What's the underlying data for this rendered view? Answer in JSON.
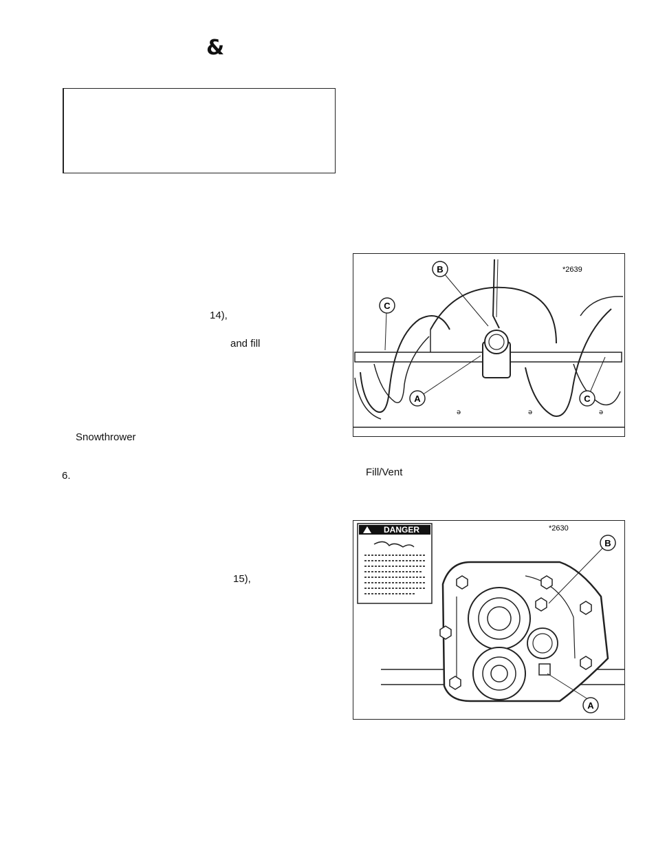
{
  "page": {
    "heading_symbol": "&",
    "left_column": {
      "ref_fig14": "14),",
      "and_fill": "and fill",
      "snowthrower": "Snowthrower",
      "step_number": "6.",
      "ref_fig15": "15),"
    },
    "right_column": {
      "fill_vent": "Fill/Vent"
    }
  },
  "figure_auger": {
    "number": "*2639",
    "labels": [
      "B",
      "C",
      "A",
      "C"
    ],
    "marks": [
      "ə",
      "ə",
      "ə"
    ]
  },
  "figure_gearbox": {
    "number": "*2630",
    "danger_label": "DANGER",
    "labels": [
      "B",
      "A"
    ]
  }
}
